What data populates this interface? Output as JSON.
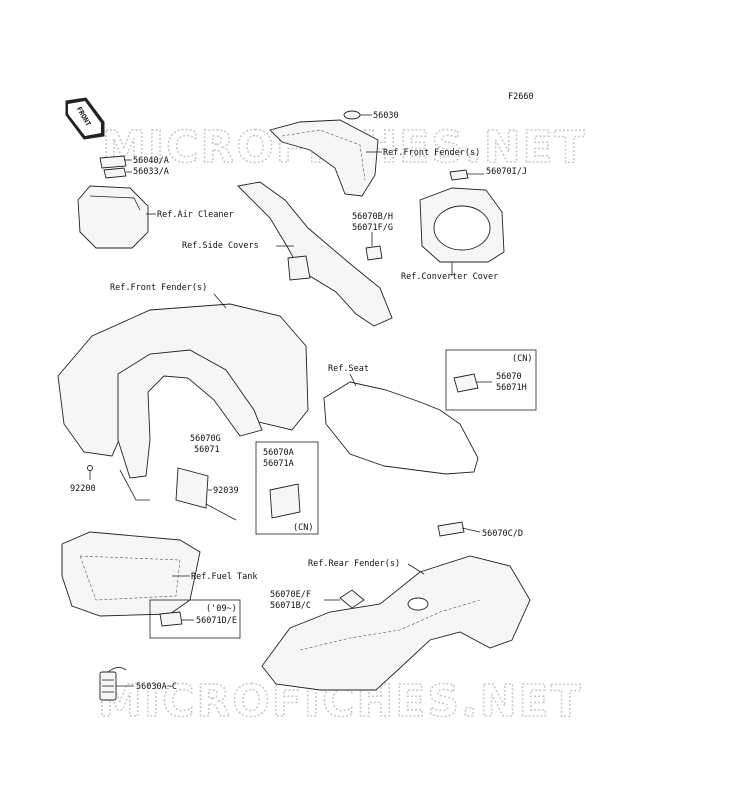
{
  "diagram_code": "F2660",
  "front_arrow": "FRONT",
  "watermarks": [
    "MICROFICHES.NET",
    "MICROFICHES.NET"
  ],
  "labels": {
    "p56030": "56030",
    "ref_front_fender_top": "Ref.Front Fender(s)",
    "p56040a": "56040/A",
    "p56033a": "56033/A",
    "ref_air_cleaner": "Ref.Air Cleaner",
    "p56070ij": "56070I/J",
    "p56070bh": "56070B/H",
    "p56071fg": "56071F/G",
    "ref_side_covers": "Ref.Side Covers",
    "ref_converter_cover": "Ref.Converter Cover",
    "ref_front_fender_left": "Ref.Front Fender(s)",
    "ref_seat": "Ref.Seat",
    "cn1": "(CN)",
    "p56070": "56070",
    "p56071h": "56071H",
    "p56070g": "56070G",
    "p56071": "56071",
    "p56070a": "56070A",
    "p56071a": "56071A",
    "p92039": "92039",
    "p92200": "92200",
    "cn2": "(CN)",
    "p56070cd": "56070C/D",
    "ref_fuel_tank": "Ref.Fuel Tank",
    "ref_rear_fender": "Ref.Rear Fender(s)",
    "y09": "('09~)",
    "p56071de": "56071D/E",
    "p56070ef": "56070E/F",
    "p56071bc": "56071B/C",
    "p56030ac": "56030A~C"
  }
}
